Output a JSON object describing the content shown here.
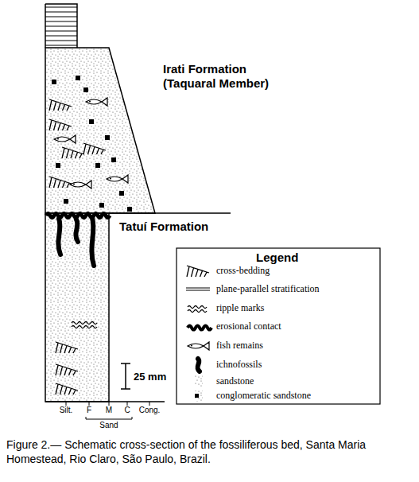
{
  "diagram": {
    "caption": "Figure 2.— Schematic cross-section of the fossiliferous bed, Santa Maria Homestead, Rio Claro, São Paulo, Brazil.",
    "labels": [
      "Irati Formation (Taquaral Member)",
      "Tatuí Formation",
      "Legend",
      "25 mm",
      "Silt.",
      "F",
      "M",
      "C",
      "Cong.",
      "Sand"
    ],
    "legend": [
      {
        "text": "cross-bedding"
      },
      {
        "text": "plane-parallel stratification"
      },
      {
        "text": "ripple marks"
      },
      {
        "text": "erosional contact"
      },
      {
        "text": "fish remains"
      },
      {
        "text": "ichnofossils"
      },
      {
        "text": "sandstone"
      },
      {
        "text": "conglomeratic sandstone"
      }
    ]
  }
}
